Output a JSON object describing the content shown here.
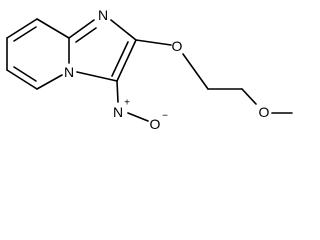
{
  "molecule": {
    "atoms": {
      "imidazole_n": "N",
      "bridgehead_n": "N",
      "ether_o1": "O",
      "ether_o2": "O",
      "nitro_n": "N",
      "nitro_o": "O",
      "nitro_n_charge": "+",
      "nitro_o_charge": "−"
    }
  },
  "colors": {
    "bond": "#000000",
    "label": "#000000",
    "background": "#ffffff"
  }
}
